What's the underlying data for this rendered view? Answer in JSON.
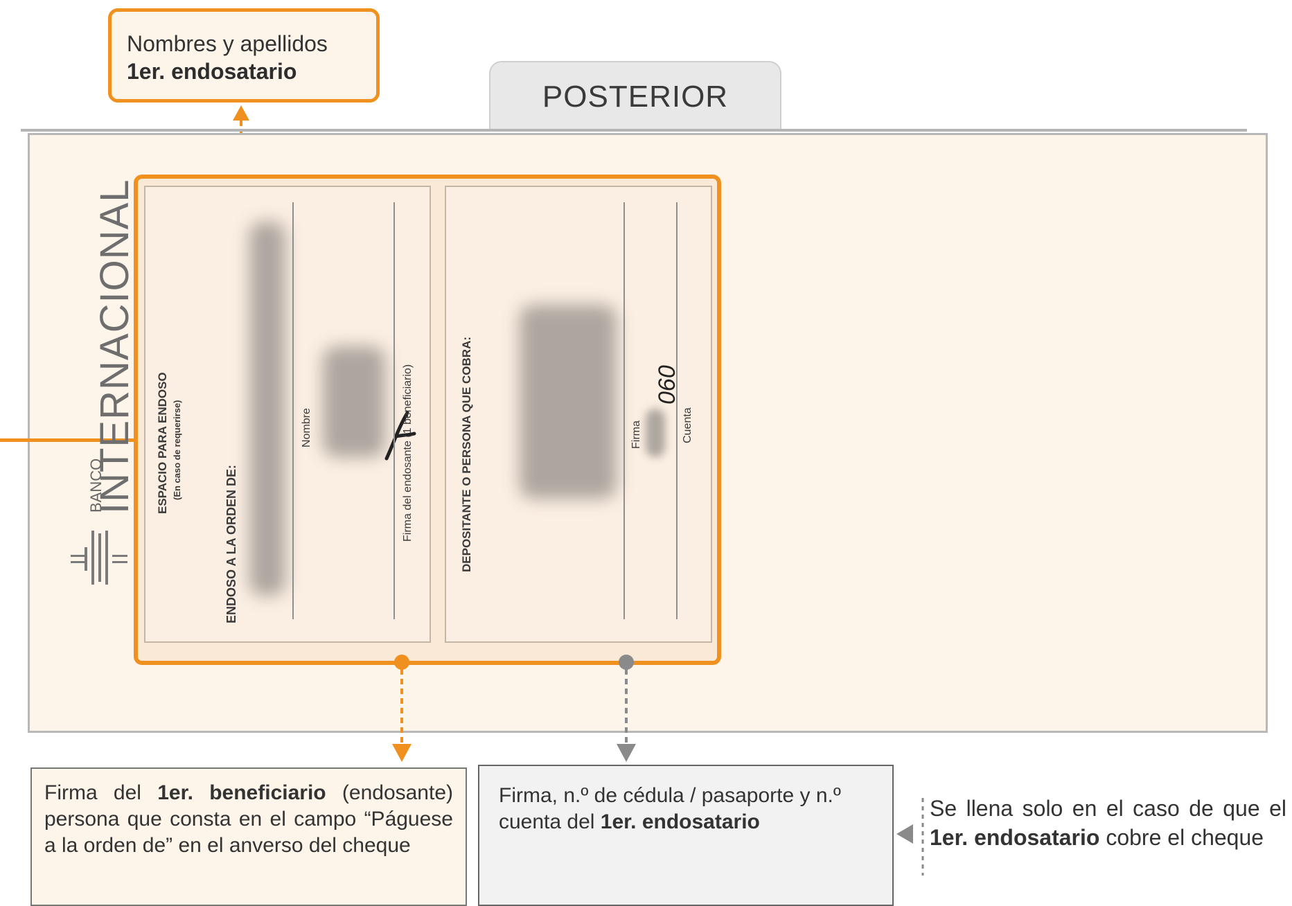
{
  "callout_top": {
    "line1": "Nombres y apellidos",
    "line2": "1er. endosatario"
  },
  "tab": {
    "label": "POSTERIOR"
  },
  "logo": {
    "small": "BANCO",
    "big": "INTERNACIONAL"
  },
  "endorsement": {
    "heading": "ESPACIO PARA ENDOSO",
    "subheading": "(En caso de requerirse)",
    "order_label": "ENDOSO A LA ORDEN DE:",
    "name_label": "Nombre",
    "signature_label": "Firma del endosante (1 beneficiario)"
  },
  "depositor": {
    "heading": "DEPOSITANTE O PERSONA QUE COBRA:",
    "signature_label": "Firma",
    "account_label": "Cuenta",
    "account_fragment": "060"
  },
  "box_orange": {
    "pre": "Firma del ",
    "bold": "1er. beneficiario",
    "post": " (endosante) persona que consta en el campo “Páguese a la orden de” en el anverso del cheque"
  },
  "box_gray": {
    "pre": "Firma, n.º de cédula / pasaporte y n.º cuenta del ",
    "bold": "1er. endosatario"
  },
  "note": {
    "pre": "Se llena solo en el caso de que el ",
    "bold": "1er. endosatario",
    "post": " cobre el cheque"
  },
  "colors": {
    "accent": "#f0901e",
    "gray_arrow": "#8a8a8a",
    "cheque_bg": "#fdf4ea"
  }
}
